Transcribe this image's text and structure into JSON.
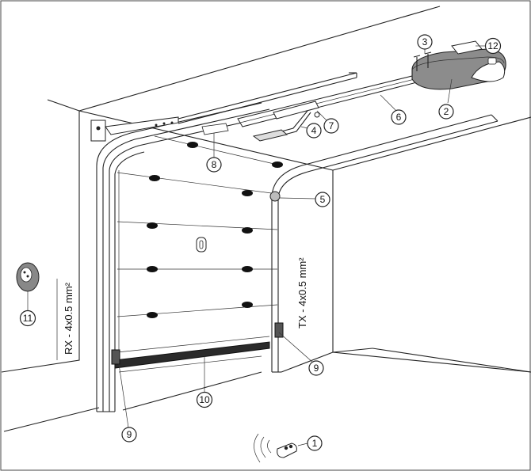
{
  "callouts": [
    {
      "id": "1",
      "label": "1"
    },
    {
      "id": "2",
      "label": "2"
    },
    {
      "id": "3",
      "label": "3"
    },
    {
      "id": "4",
      "label": "4"
    },
    {
      "id": "5",
      "label": "5"
    },
    {
      "id": "6",
      "label": "6"
    },
    {
      "id": "7",
      "label": "7"
    },
    {
      "id": "8",
      "label": "8"
    },
    {
      "id": "9a",
      "label": "9"
    },
    {
      "id": "9b",
      "label": "9"
    },
    {
      "id": "10",
      "label": "10"
    },
    {
      "id": "11",
      "label": "11"
    },
    {
      "id": "12",
      "label": "12"
    }
  ],
  "cables": {
    "rx": "RX - 4x0.5 mm²",
    "tx": "TX - 4x0.5 mm²"
  },
  "colors": {
    "line": "#222222",
    "motor_housing": "#8c8c8c",
    "safety_edge": "#2a2a2a",
    "rollers": "#111111"
  }
}
